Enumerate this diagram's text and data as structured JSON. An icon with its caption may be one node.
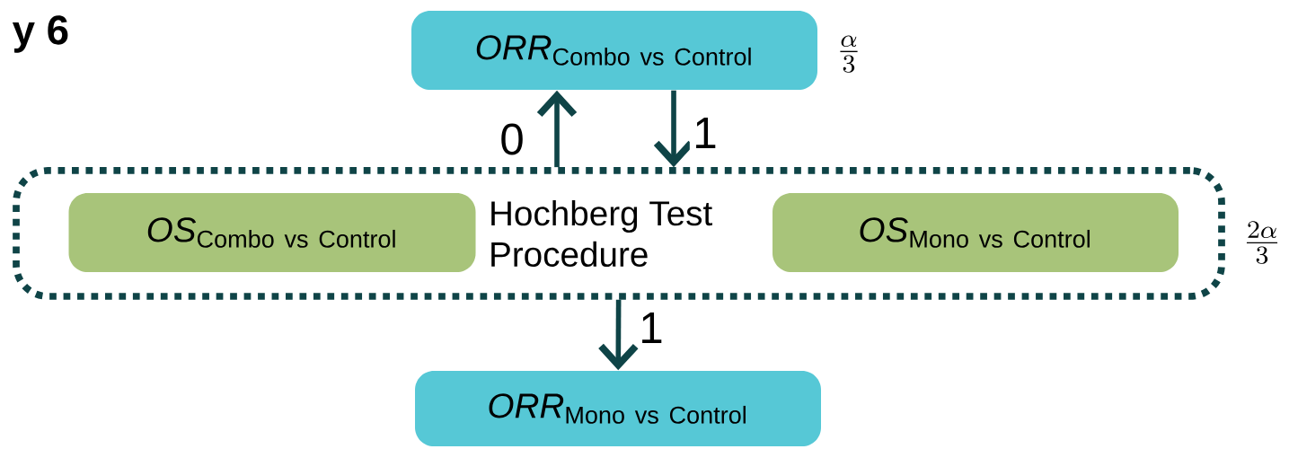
{
  "diagram": {
    "nodes": [
      {
        "text": [
          "\\mathit{ORR}_{\\mathrm{Combo\\ vs\\ Control}}"
        ],
        "beside": [
          "\\frac{\\alpha}{3}"
        ]
      },
      {
        "text": [
          "Hochberg Test Procedure"
        ],
        "beside": [
          "\\frac{2\\alpha}{3}"
        ]
      },
      {
        "text": [
          "\\mathit{OS}_{\\mathrm{Combo\\ vs\\ Control}}"
        ],
        "in": 1
      },
      {
        "text": [
          "\\mathit{OS}_{\\mathrm{Mono\\ vs\\ Control}}"
        ],
        "in": 1
      },
      {
        "text": [
          "\\mathit{ORR}_{\\mathrm{Mono\\ vs\\ Control}}"
        ]
      }
    ],
    "edges": [
      {
        "from": 1,
        "to": 0,
        "arrow": "to",
        "label": "0"
      },
      {
        "from": 0,
        "to": 1,
        "arrow": "to",
        "label": "1"
      },
      {
        "from": 1,
        "to": 4,
        "arrow": "to",
        "label": "1"
      }
    ],
    "labels": [
      "y 6"
    ]
  }
}
